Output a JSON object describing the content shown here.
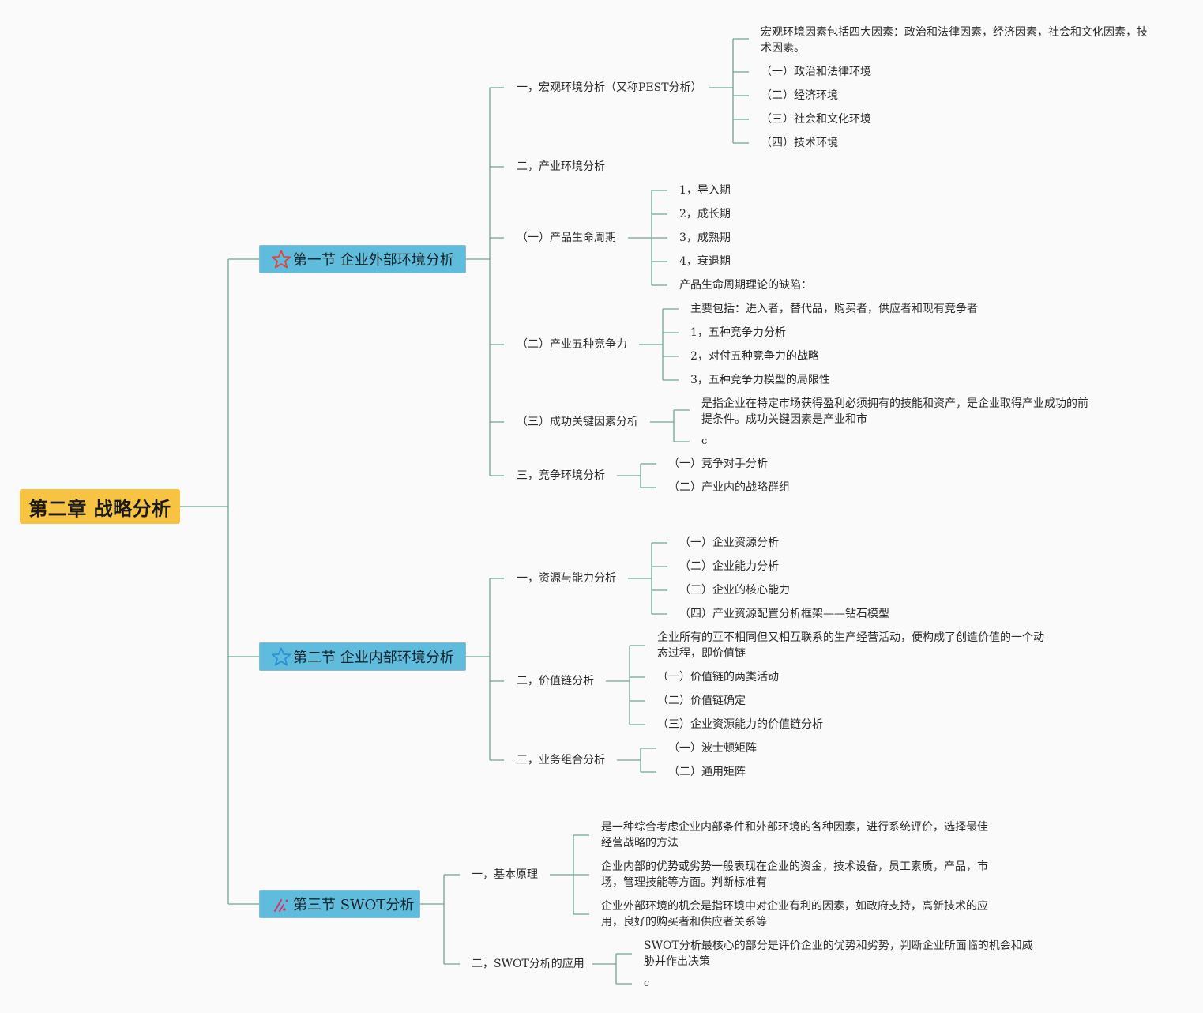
{
  "root": "第二章 战略分析",
  "sections": [
    {
      "label": "第一节 企业外部环境分析",
      "icon": "star-outline-icon",
      "icon_color": "#e0453c"
    },
    {
      "label": "第二节 企业内部环境分析",
      "icon": "star-outline-icon",
      "icon_color": "#2a8fd6"
    },
    {
      "label": "第三节 SWOT分析",
      "icon": "sparkle-icon",
      "icon_color": "#d6336c"
    }
  ],
  "s1": {
    "macro": {
      "label": "一，宏观环境分析（又称PEST分析）",
      "desc": "宏观环境因素包括四大因素：政治和法律因素，经济因素，社会和文化因素，技术因素。",
      "items": [
        "（一）政治和法律环境",
        "（二）经济环境",
        "（三）社会和文化环境",
        "（四）技术环境"
      ]
    },
    "industry": {
      "label": "二，产业环境分析"
    },
    "lifecycle": {
      "label": "（一）产品生命周期",
      "items": [
        "1，导入期",
        "2，成长期",
        "3，成熟期",
        "4，衰退期",
        "产品生命周期理论的缺陷："
      ]
    },
    "five_forces": {
      "label": "（二）产业五种竞争力",
      "items": [
        "主要包括：进入者，替代品，购买者，供应者和现有竞争者",
        "1，五种竞争力分析",
        "2，对付五种竞争力的战略",
        "3，五种竞争力模型的局限性"
      ]
    },
    "ksf": {
      "label": "（三）成功关键因素分析",
      "desc": "是指企业在特定市场获得盈利必须拥有的技能和资产，是企业取得产业成功的前提条件。成功关键因素是产业和市",
      "extra": "c"
    },
    "competition": {
      "label": "三，竞争环境分析",
      "items": [
        "（一）竞争对手分析",
        "（二）产业内的战略群组"
      ]
    }
  },
  "s2": {
    "resources": {
      "label": "一，资源与能力分析",
      "items": [
        "（一）企业资源分析",
        "（二）企业能力分析",
        "（三）企业的核心能力",
        "（四）产业资源配置分析框架——钻石模型"
      ]
    },
    "value_chain": {
      "label": "二，价值链分析",
      "desc": "企业所有的互不相同但又相互联系的生产经营活动，便构成了创造价值的一个动态过程，即价值链",
      "items": [
        "（一）价值链的两类活动",
        "（二）价值链确定",
        "（三）企业资源能力的价值链分析"
      ]
    },
    "portfolio": {
      "label": "三，业务组合分析",
      "items": [
        "（一）波士顿矩阵",
        "（二）通用矩阵"
      ]
    }
  },
  "s3": {
    "basic": {
      "label": "一，基本原理",
      "items": [
        "是一种综合考虑企业内部条件和外部环境的各种因素，进行系统评价，选择最佳经营战略的方法",
        "企业内部的优势或劣势一般表现在企业的资金，技术设备，员工素质，产品，市场，管理技能等方面。判断标准有",
        "企业外部环境的机会是指环境中对企业有利的因素，如政府支持，高新技术的应用，良好的购买者和供应者关系等"
      ]
    },
    "application": {
      "label": "二，SWOT分析的应用",
      "desc": "SWOT分析最核心的部分是评价企业的优势和劣势，判断企业所面临的机会和威胁并作出决策",
      "extra": "c"
    }
  },
  "colors": {
    "root_fill": "#f6c343",
    "section_fill": "#5fbcdd",
    "line": "#6fa394",
    "background": "#fafafa"
  }
}
